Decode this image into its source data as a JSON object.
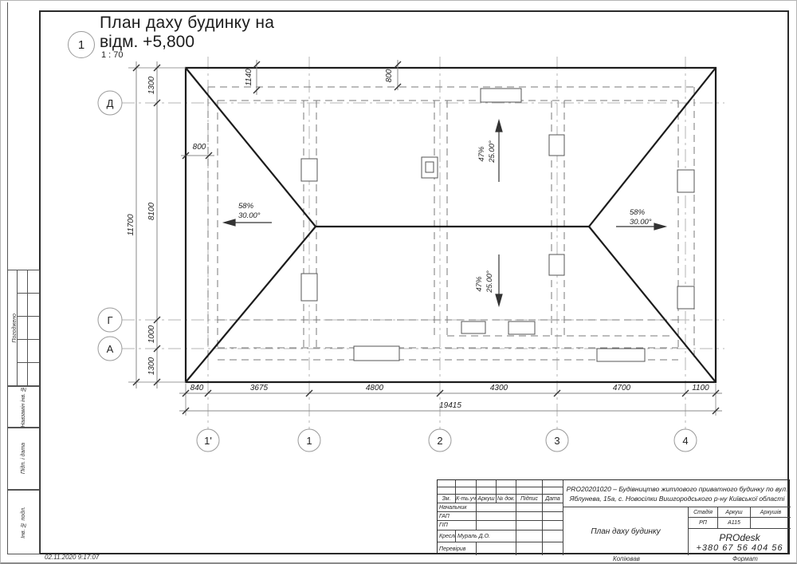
{
  "sheet": {
    "title_mark": "1",
    "title_line1": "План даху будинку  на",
    "title_line2": "відм. +5,800",
    "scale": "1 : 70",
    "datetime": "02.11.2020  9:17:07",
    "copied_label": "Копіював",
    "format_label": "Формат"
  },
  "axes": {
    "bottom": [
      "1'",
      "1",
      "2",
      "3",
      "4"
    ],
    "left": [
      "Д",
      "Г",
      "А"
    ]
  },
  "dimensions": {
    "bottom": [
      "840",
      "3675",
      "4800",
      "4300",
      "4700",
      "1100"
    ],
    "bottom_total": "19415",
    "left": [
      "1300",
      "8100",
      "1000",
      "1300"
    ],
    "left_total": "11700",
    "top_1140": "1140",
    "top_800": "800",
    "wall_800": "800"
  },
  "slopes": {
    "north": {
      "percent": "47%",
      "angle": "25.00°"
    },
    "south": {
      "percent": "47%",
      "angle": "25.00°"
    },
    "west": {
      "percent": "58%",
      "angle": "30.00°"
    },
    "east": {
      "percent": "58%",
      "angle": "30.00°"
    }
  },
  "sidebar": {
    "approved": "Погоджено",
    "replace_inv": "Навзамін інв. №",
    "sign_date": "Підп. і дата",
    "inv_original": "Інв. № подл."
  },
  "titleblock": {
    "project_line1": "PRO20201020 – Будівництво житлового приватного будинку по вул.",
    "project_line2": "Яблунева, 15а, с. Новосілки Вишгородського р-ну Київської області",
    "cols": [
      "Зм.",
      "К-ть.уч",
      "Аркуш",
      "№ док.",
      "Підпис",
      "Дата"
    ],
    "rows": [
      {
        "label": "Начальник",
        "value": ""
      },
      {
        "label": "ГАП",
        "value": ""
      },
      {
        "label": "ГІП",
        "value": ""
      },
      {
        "label": "Креслив",
        "value": "Мураль Д.О."
      },
      {
        "label": "Перевірив",
        "value": ""
      }
    ],
    "drawing_title": "План даху будинку",
    "stage_label": "Стадія",
    "sheet_label": "Аркуш",
    "sheets_label": "Аркушів",
    "stage": "РП",
    "sheet_no": "А115",
    "company": "PROdesk",
    "phone": "+380 67 56 404 56"
  }
}
